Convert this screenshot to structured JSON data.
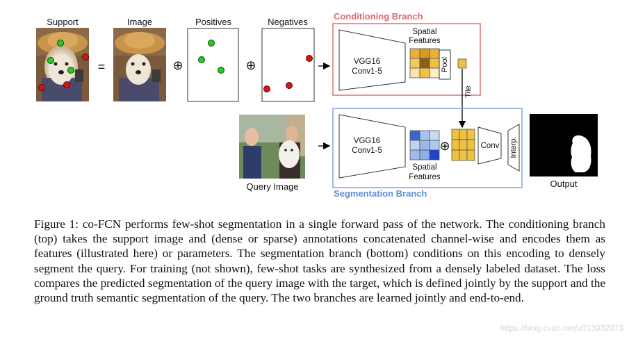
{
  "figure": {
    "labels": {
      "support": "Support",
      "image": "Image",
      "positives": "Positives",
      "negatives": "Negatives",
      "equals": "=",
      "plus": "⊕",
      "conditioning_branch": "Conditioning Branch",
      "segmentation_branch": "Segmentation Branch",
      "vgg_top_1": "VGG16",
      "vgg_top_2": "Conv1-5",
      "vgg_bottom_1": "VGG16",
      "vgg_bottom_2": "Conv1-5",
      "spatial_features_top_1": "Spatial",
      "spatial_features_top_2": "Features",
      "spatial_features_bottom_1": "Spatial",
      "spatial_features_bottom_2": "Features",
      "pool": "Pool",
      "tile": "Tile",
      "conv": "Conv",
      "interp": "Interp.",
      "query_image": "Query Image",
      "output": "Output"
    },
    "colors": {
      "conditioning": "#e07070",
      "segmentation": "#7ba6e0",
      "conditioning_title": "#e06a6a",
      "segmentation_title": "#5f8fd6",
      "positive_point": "#22cc22",
      "negative_point": "#dd1111",
      "feature_gold": "#f0c040",
      "feature_blue": "#2244cc"
    },
    "icons": [
      "dog-photo",
      "query-photo",
      "output-mask",
      "arrow-right",
      "arrow-down",
      "plus-circle"
    ]
  },
  "caption": {
    "text": "Figure 1:  co-FCN performs few-shot segmentation in a single forward pass of the network. The conditioning branch (top) takes the support image and (dense or sparse) annotations concatenated channel-wise and encodes them as features (illustrated here) or parameters. The segmentation branch (bottom) conditions on this encoding to densely segment the query. For training (not shown), few-shot tasks are synthesized from a densely labeled dataset. The loss compares the predicted segmentation of the query image with the target, which is defined jointly by the support and the ground truth semantic segmentation of the query. The two branches are learned jointly and end-to-end."
  },
  "watermark": "https://blog.csdn.net/u013932073"
}
